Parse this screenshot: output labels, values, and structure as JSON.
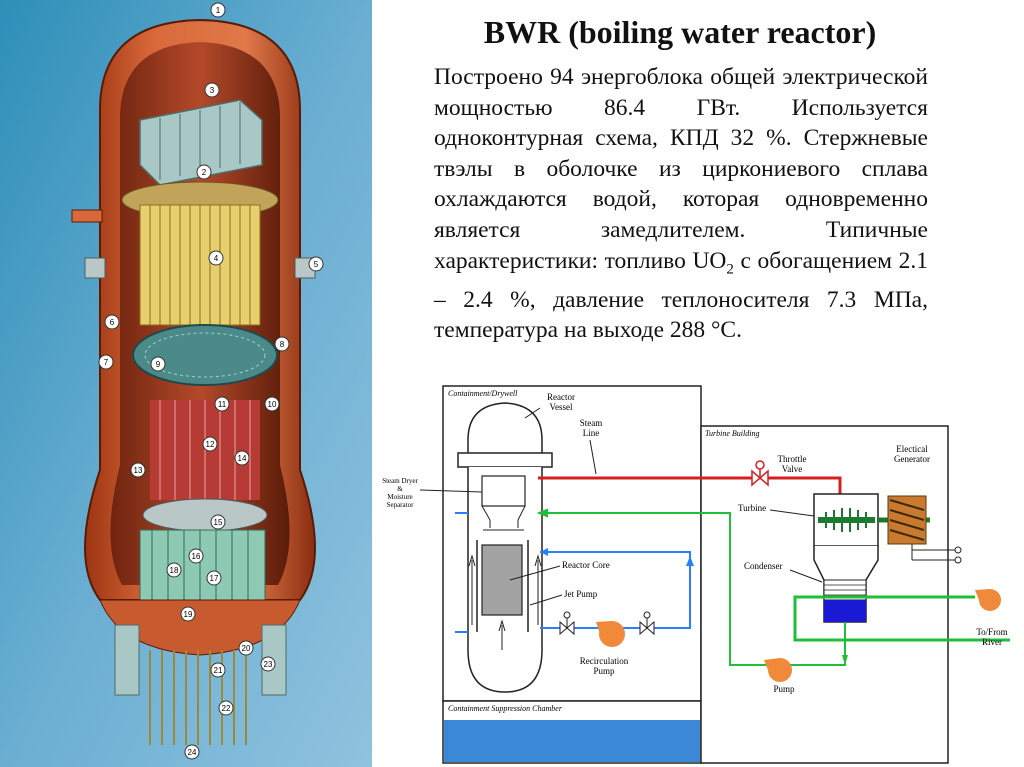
{
  "title": "BWR (boiling water reactor)",
  "description": {
    "part1": "Построено 94 энергоблока общей электрической мощностью 86.4 ГВт. Используется одноконтурная схема, КПД 32 %. Стержневые твэлы в оболочке из циркониевого сплава охлаждаются водой, которая одновременно является замедлителем. Типичные характеристики: топливо UO",
    "sub": "2",
    "part2": " с обогащением 2.1 – 2.4 %, давление теплоносителя 7.3 МПа, температура на выходе 288 °С."
  },
  "cutaway_labels": [
    "1",
    "2",
    "3",
    "4",
    "5",
    "6",
    "7",
    "8",
    "9",
    "10",
    "11",
    "12",
    "13",
    "14",
    "15",
    "16",
    "17",
    "18",
    "19",
    "20",
    "21",
    "22",
    "23",
    "24"
  ],
  "schematic": {
    "containment_label": "Containment/Drywell",
    "turbine_building_label": "Turbine Building",
    "suppression_label": "Containment Suppression Chamber",
    "reactor_vessel": [
      "Reactor",
      "Vessel"
    ],
    "steam_line": [
      "Steam",
      "Line"
    ],
    "throttle_valve": [
      "Throttle",
      "Valve"
    ],
    "electrical_generator": [
      "Electical",
      "Generator"
    ],
    "steam_dryer": [
      "Steam Dryer",
      "&",
      "Moisture",
      "Separator"
    ],
    "turbine": "Turbine",
    "reactor_core": "Reactor Core",
    "jet_pump": "Jet Pump",
    "condenser": "Condenser",
    "recirculation_pump": [
      "Recirculation",
      "Pump"
    ],
    "pump": "Pump",
    "to_from_river": [
      "To/From",
      "River"
    ]
  },
  "colors": {
    "vessel": "#c9572a",
    "background_blue": "#5aa0c8",
    "steam_red": "#d42020",
    "loop_green": "#1fbf3a",
    "water_blue": "#2a7fff",
    "pump_orange": "#f08a3a",
    "pool_blue": "#3b88d6"
  }
}
